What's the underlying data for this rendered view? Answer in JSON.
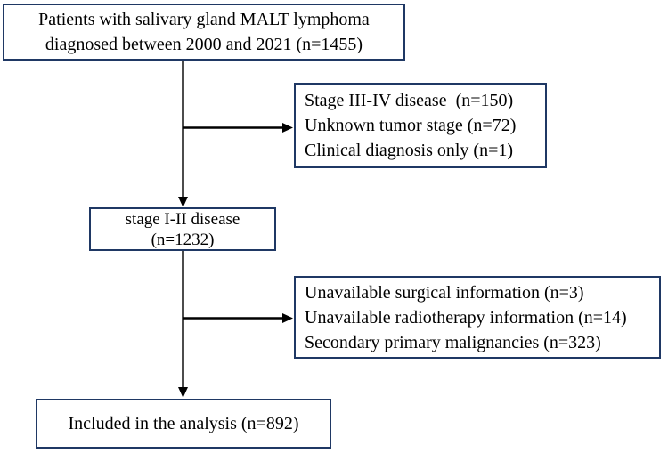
{
  "colors": {
    "box-border": "#1f3864",
    "arrow": "#000000",
    "text": "#000000",
    "background": "#ffffff"
  },
  "flowchart": {
    "nodes": {
      "total": {
        "lines": [
          "Patients with salivary gland MALT lymphoma",
          "diagnosed between 2000 and 2021 (n=1455)"
        ]
      },
      "excluded_stage": {
        "lines": [
          "Stage III-IV disease  (n=150)",
          "Unknown tumor stage (n=72)",
          "Clinical diagnosis only (n=1)"
        ]
      },
      "stage_1_2": {
        "lines": [
          "stage I-II disease",
          "(n=1232)"
        ]
      },
      "excluded_info": {
        "lines": [
          "Unavailable surgical information (n=3)",
          "Unavailable radiotherapy information (n=14)",
          "Secondary primary malignancies (n=323)"
        ]
      },
      "included": {
        "lines": [
          "Included in the analysis (n=892)"
        ]
      }
    }
  }
}
